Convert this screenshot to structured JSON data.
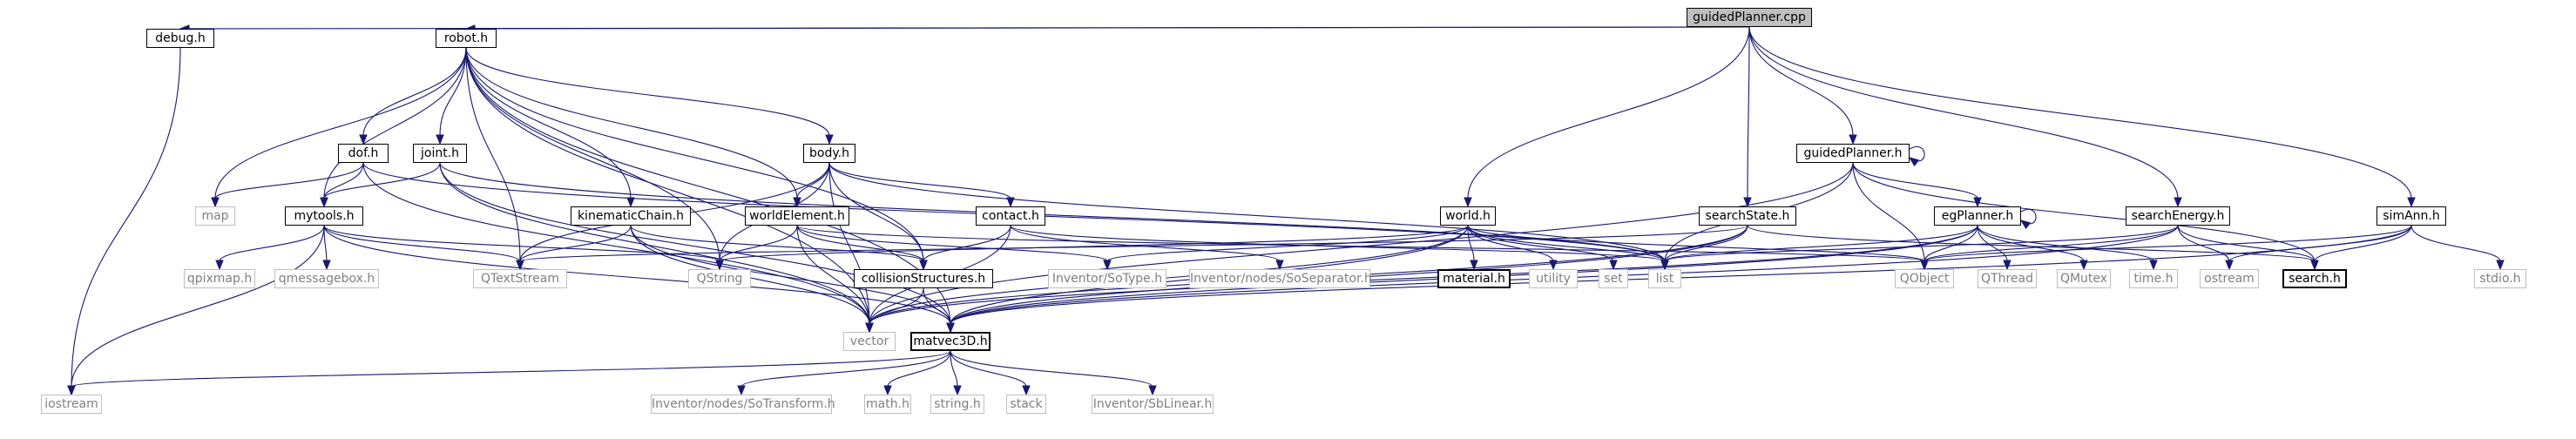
{
  "nodes": [
    {
      "id": "guidedPlanner_cpp",
      "label": "guidedPlanner.cpp",
      "kind": "root"
    },
    {
      "id": "debug_h",
      "label": "debug.h",
      "kind": "file"
    },
    {
      "id": "robot_h",
      "label": "robot.h",
      "kind": "file"
    },
    {
      "id": "dof_h",
      "label": "dof.h",
      "kind": "file"
    },
    {
      "id": "joint_h",
      "label": "joint.h",
      "kind": "file"
    },
    {
      "id": "body_h",
      "label": "body.h",
      "kind": "file"
    },
    {
      "id": "map",
      "label": "map",
      "kind": "external"
    },
    {
      "id": "mytools_h",
      "label": "mytools.h",
      "kind": "file"
    },
    {
      "id": "kinematicChain_h",
      "label": "kinematicChain.h",
      "kind": "file"
    },
    {
      "id": "worldElement_h",
      "label": "worldElement.h",
      "kind": "file"
    },
    {
      "id": "contact_h",
      "label": "contact.h",
      "kind": "file"
    },
    {
      "id": "world_h",
      "label": "world.h",
      "kind": "file"
    },
    {
      "id": "searchState_h",
      "label": "searchState.h",
      "kind": "file"
    },
    {
      "id": "guidedPlanner_h",
      "label": "guidedPlanner.h",
      "kind": "file"
    },
    {
      "id": "egPlanner_h",
      "label": "egPlanner.h",
      "kind": "file"
    },
    {
      "id": "searchEnergy_h",
      "label": "searchEnergy.h",
      "kind": "file"
    },
    {
      "id": "simAnn_h",
      "label": "simAnn.h",
      "kind": "file"
    },
    {
      "id": "qpixmap_h",
      "label": "qpixmap.h",
      "kind": "external"
    },
    {
      "id": "qmessagebox_h",
      "label": "qmessagebox.h",
      "kind": "external"
    },
    {
      "id": "QTextStream",
      "label": "QTextStream",
      "kind": "external"
    },
    {
      "id": "QString",
      "label": "QString",
      "kind": "external"
    },
    {
      "id": "collisionStructures_h",
      "label": "collisionStructures.h",
      "kind": "file"
    },
    {
      "id": "Inventor_SoType_h",
      "label": "Inventor/SoType.h",
      "kind": "external"
    },
    {
      "id": "Inventor_nodes_SoSeparator_h",
      "label": "Inventor/nodes/SoSeparator.h",
      "kind": "external"
    },
    {
      "id": "material_h",
      "label": "material.h",
      "kind": "documented"
    },
    {
      "id": "utility",
      "label": "utility",
      "kind": "external"
    },
    {
      "id": "set",
      "label": "set",
      "kind": "external"
    },
    {
      "id": "list",
      "label": "list",
      "kind": "external"
    },
    {
      "id": "QObject",
      "label": "QObject",
      "kind": "external"
    },
    {
      "id": "QThread",
      "label": "QThread",
      "kind": "external"
    },
    {
      "id": "QMutex",
      "label": "QMutex",
      "kind": "external"
    },
    {
      "id": "time_h",
      "label": "time.h",
      "kind": "external"
    },
    {
      "id": "ostream",
      "label": "ostream",
      "kind": "external"
    },
    {
      "id": "search_h",
      "label": "search.h",
      "kind": "documented"
    },
    {
      "id": "stdio_h",
      "label": "stdio.h",
      "kind": "external"
    },
    {
      "id": "vector",
      "label": "vector",
      "kind": "external"
    },
    {
      "id": "matvec3D_h",
      "label": "matvec3D.h",
      "kind": "documented"
    },
    {
      "id": "iostream",
      "label": "iostream",
      "kind": "external"
    },
    {
      "id": "Inventor_nodes_SoTransform_h",
      "label": "Inventor/nodes/SoTransform.h",
      "kind": "external"
    },
    {
      "id": "math_h",
      "label": "math.h",
      "kind": "external"
    },
    {
      "id": "string_h",
      "label": "string.h",
      "kind": "external"
    },
    {
      "id": "stack",
      "label": "stack",
      "kind": "external"
    },
    {
      "id": "Inventor_SbLinear_h",
      "label": "Inventor/SbLinear.h",
      "kind": "external"
    }
  ],
  "edges": [
    [
      "guidedPlanner_cpp",
      "debug_h"
    ],
    [
      "guidedPlanner_cpp",
      "robot_h"
    ],
    [
      "guidedPlanner_cpp",
      "world_h"
    ],
    [
      "guidedPlanner_cpp",
      "searchState_h"
    ],
    [
      "guidedPlanner_cpp",
      "guidedPlanner_h"
    ],
    [
      "guidedPlanner_cpp",
      "searchEnergy_h"
    ],
    [
      "guidedPlanner_cpp",
      "simAnn_h"
    ],
    [
      "debug_h",
      "iostream"
    ],
    [
      "robot_h",
      "dof_h"
    ],
    [
      "robot_h",
      "joint_h"
    ],
    [
      "robot_h",
      "body_h"
    ],
    [
      "robot_h",
      "map"
    ],
    [
      "robot_h",
      "mytools_h"
    ],
    [
      "robot_h",
      "kinematicChain_h"
    ],
    [
      "robot_h",
      "worldElement_h"
    ],
    [
      "robot_h",
      "QTextStream"
    ],
    [
      "robot_h",
      "QString"
    ],
    [
      "robot_h",
      "collisionStructures_h"
    ],
    [
      "robot_h",
      "vector"
    ],
    [
      "robot_h",
      "matvec3D_h"
    ],
    [
      "dof_h",
      "map"
    ],
    [
      "dof_h",
      "mytools_h"
    ],
    [
      "dof_h",
      "list"
    ],
    [
      "dof_h",
      "vector"
    ],
    [
      "joint_h",
      "mytools_h"
    ],
    [
      "joint_h",
      "list"
    ],
    [
      "joint_h",
      "vector"
    ],
    [
      "joint_h",
      "matvec3D_h"
    ],
    [
      "body_h",
      "worldElement_h"
    ],
    [
      "body_h",
      "contact_h"
    ],
    [
      "body_h",
      "QTextStream"
    ],
    [
      "body_h",
      "QString"
    ],
    [
      "body_h",
      "collisionStructures_h"
    ],
    [
      "body_h",
      "list"
    ],
    [
      "body_h",
      "vector"
    ],
    [
      "mytools_h",
      "qpixmap_h"
    ],
    [
      "mytools_h",
      "qmessagebox_h"
    ],
    [
      "mytools_h",
      "QTextStream"
    ],
    [
      "mytools_h",
      "QString"
    ],
    [
      "mytools_h",
      "iostream"
    ],
    [
      "mytools_h",
      "matvec3D_h"
    ],
    [
      "kinematicChain_h",
      "QTextStream"
    ],
    [
      "kinematicChain_h",
      "collisionStructures_h"
    ],
    [
      "kinematicChain_h",
      "vector"
    ],
    [
      "kinematicChain_h",
      "matvec3D_h"
    ],
    [
      "worldElement_h",
      "QString"
    ],
    [
      "worldElement_h",
      "collisionStructures_h"
    ],
    [
      "worldElement_h",
      "Inventor_SoType_h"
    ],
    [
      "worldElement_h",
      "vector"
    ],
    [
      "worldElement_h",
      "QObject"
    ],
    [
      "contact_h",
      "collisionStructures_h"
    ],
    [
      "contact_h",
      "Inventor_nodes_SoSeparator_h"
    ],
    [
      "contact_h",
      "list"
    ],
    [
      "contact_h",
      "vector"
    ],
    [
      "collisionStructures_h",
      "vector"
    ],
    [
      "collisionStructures_h",
      "matvec3D_h"
    ],
    [
      "world_h",
      "QString"
    ],
    [
      "world_h",
      "Inventor_SoType_h"
    ],
    [
      "world_h",
      "material_h"
    ],
    [
      "world_h",
      "utility"
    ],
    [
      "world_h",
      "set"
    ],
    [
      "world_h",
      "list"
    ],
    [
      "world_h",
      "QObject"
    ],
    [
      "world_h",
      "vector"
    ],
    [
      "world_h",
      "matvec3D_h"
    ],
    [
      "searchState_h",
      "QTextStream"
    ],
    [
      "searchState_h",
      "list"
    ],
    [
      "searchState_h",
      "search_h"
    ],
    [
      "searchState_h",
      "vector"
    ],
    [
      "searchState_h",
      "matvec3D_h"
    ],
    [
      "guidedPlanner_h",
      "guidedPlanner_h"
    ],
    [
      "guidedPlanner_h",
      "egPlanner_h"
    ],
    [
      "guidedPlanner_h",
      "list"
    ],
    [
      "guidedPlanner_h",
      "QObject"
    ],
    [
      "guidedPlanner_h",
      "search_h"
    ],
    [
      "guidedPlanner_h",
      "vector"
    ],
    [
      "egPlanner_h",
      "egPlanner_h"
    ],
    [
      "egPlanner_h",
      "list"
    ],
    [
      "egPlanner_h",
      "QObject"
    ],
    [
      "egPlanner_h",
      "QThread"
    ],
    [
      "egPlanner_h",
      "QMutex"
    ],
    [
      "egPlanner_h",
      "time_h"
    ],
    [
      "egPlanner_h",
      "vector"
    ],
    [
      "egPlanner_h",
      "matvec3D_h"
    ],
    [
      "searchEnergy_h",
      "list"
    ],
    [
      "searchEnergy_h",
      "QObject"
    ],
    [
      "searchEnergy_h",
      "ostream"
    ],
    [
      "searchEnergy_h",
      "search_h"
    ],
    [
      "searchEnergy_h",
      "matvec3D_h"
    ],
    [
      "simAnn_h",
      "search_h"
    ],
    [
      "simAnn_h",
      "stdio_h"
    ],
    [
      "simAnn_h",
      "QObject"
    ],
    [
      "simAnn_h",
      "ostream"
    ],
    [
      "simAnn_h",
      "matvec3D_h"
    ],
    [
      "matvec3D_h",
      "iostream"
    ],
    [
      "matvec3D_h",
      "Inventor_nodes_SoTransform_h"
    ],
    [
      "matvec3D_h",
      "math_h"
    ],
    [
      "matvec3D_h",
      "string_h"
    ],
    [
      "matvec3D_h",
      "stack"
    ],
    [
      "matvec3D_h",
      "Inventor_SbLinear_h"
    ]
  ]
}
